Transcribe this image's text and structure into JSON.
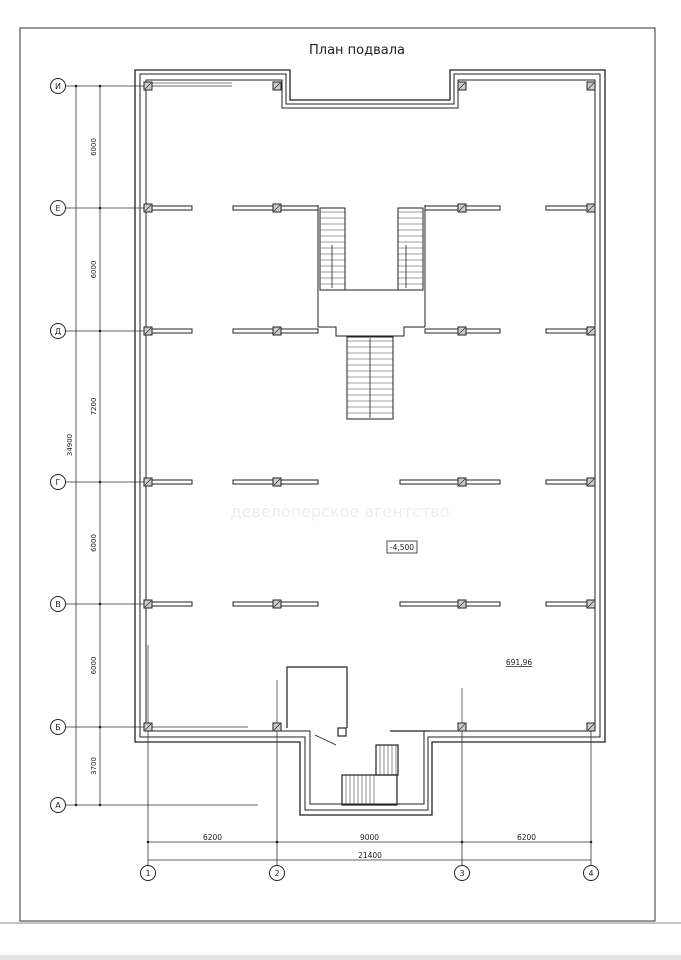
{
  "title": "План подвала",
  "axes_rows": [
    {
      "label": "И"
    },
    {
      "label": "Е"
    },
    {
      "label": "Д"
    },
    {
      "label": "Г"
    },
    {
      "label": "В"
    },
    {
      "label": "Б"
    },
    {
      "label": "А"
    }
  ],
  "axes_cols": [
    {
      "label": "1"
    },
    {
      "label": "2"
    },
    {
      "label": "3"
    },
    {
      "label": "4"
    }
  ],
  "dims_vertical": [
    "6000",
    "6000",
    "7200",
    "6000",
    "6000",
    "3700"
  ],
  "dim_vertical_total": "34900",
  "dims_horizontal": [
    "6200",
    "9000",
    "6200"
  ],
  "dim_horizontal_total": "21400",
  "level_mark": "-4,500",
  "area_mark": "691,96",
  "watermark": "девелоперское агентство"
}
